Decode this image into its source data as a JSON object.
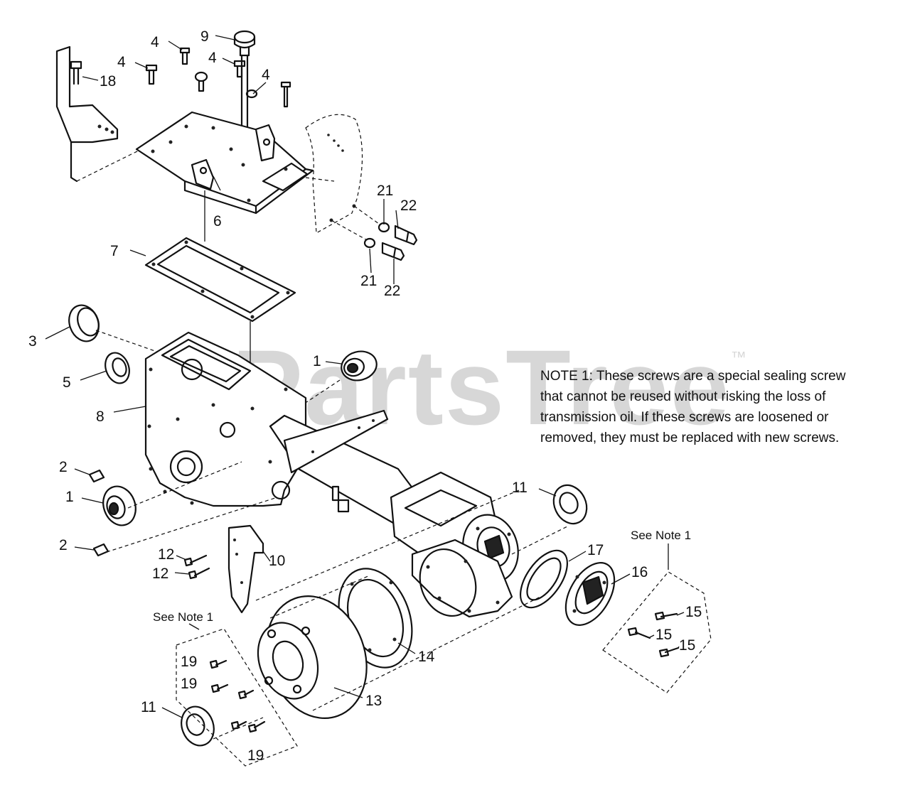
{
  "callouts": {
    "p1a": "1",
    "p1b": "1",
    "p2a": "2",
    "p2b": "2",
    "p3": "3",
    "p4a": "4",
    "p4b": "4",
    "p4c": "4",
    "p4d": "4",
    "p5": "5",
    "p6": "6",
    "p7": "7",
    "p8": "8",
    "p9": "9",
    "p10": "10",
    "p11a": "11",
    "p11b": "11",
    "p12a": "12",
    "p12b": "12",
    "p13": "13",
    "p14": "14",
    "p15a": "15",
    "p15b": "15",
    "p15c": "15",
    "p16": "16",
    "p17": "17",
    "p18": "18",
    "p19a": "19",
    "p19b": "19",
    "p19c": "19",
    "p21a": "21",
    "p21b": "21",
    "p22a": "22",
    "p22b": "22"
  },
  "see_note_left": "See Note 1",
  "see_note_right": "See Note 1",
  "note": {
    "lines": [
      "NOTE 1: These screws are a special sealing screw",
      "that cannot be reused without risking the loss of",
      "transmission oil.  If these screws are loosened or",
      "removed, they must be replaced with new screws."
    ]
  },
  "watermark": {
    "text": "PartsTree",
    "mark": "™",
    "color": "#969696"
  }
}
